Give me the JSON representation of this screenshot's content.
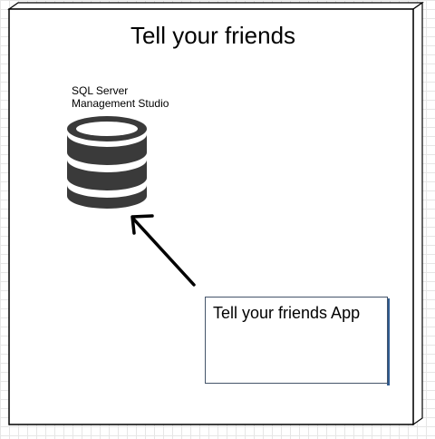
{
  "diagram": {
    "title": "Tell your friends",
    "database": {
      "icon": "database-icon",
      "label_line1": "SQL Server",
      "label_line2": "Management Studio"
    },
    "app": {
      "label": "Tell your friends App"
    },
    "connector": {
      "icon": "arrow-icon",
      "from": "app",
      "to": "database"
    }
  }
}
